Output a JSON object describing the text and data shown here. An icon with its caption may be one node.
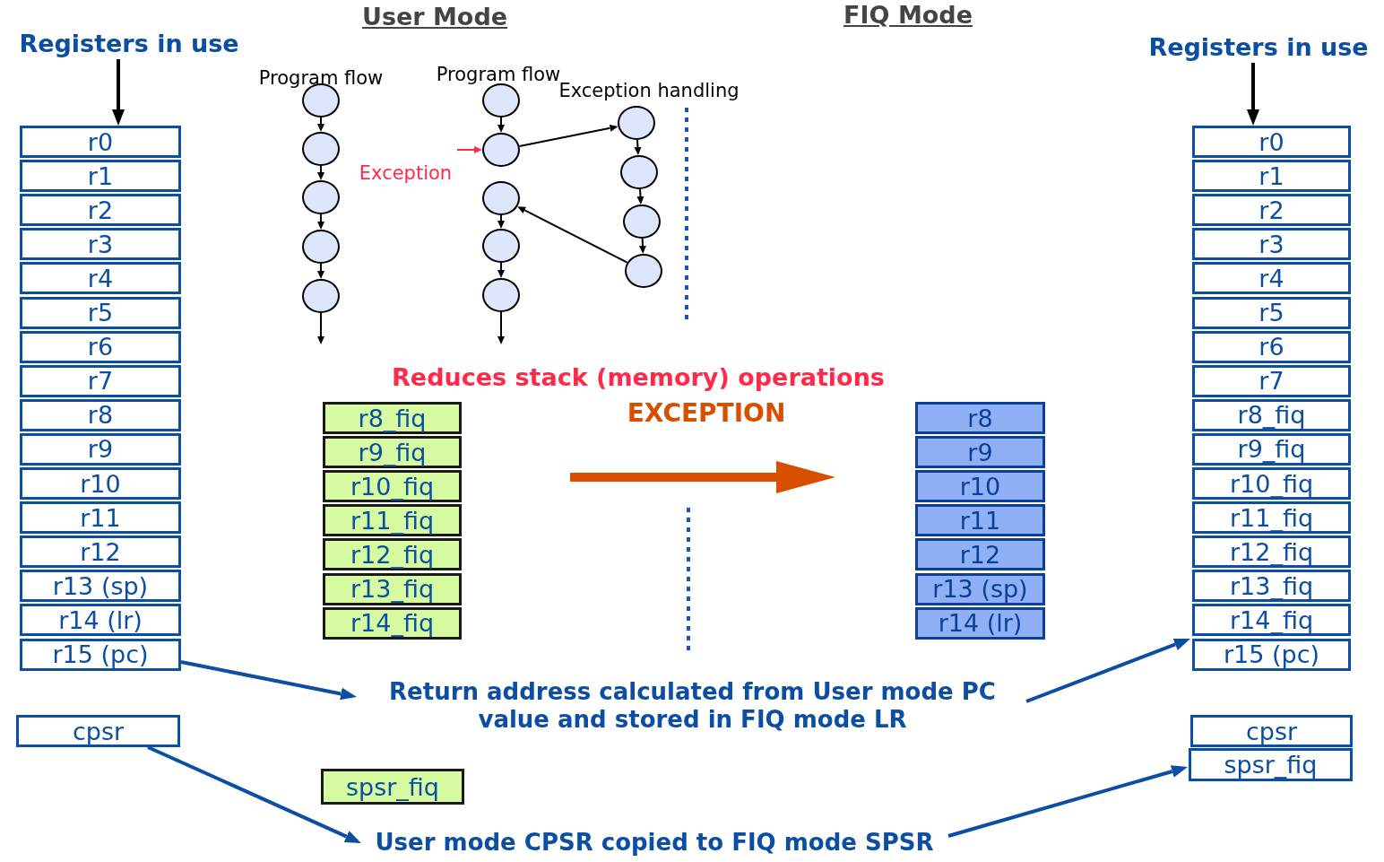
{
  "diagram": {
    "nodes": [
      {
        "text": [
          "Registers in use"
        ]
      },
      {
        "text": [
          "r0"
        ]
      },
      {
        "text": [
          "r1"
        ]
      },
      {
        "text": [
          "r2"
        ]
      },
      {
        "text": [
          "r3"
        ]
      },
      {
        "text": [
          "r4"
        ]
      },
      {
        "text": [
          "r5"
        ]
      },
      {
        "text": [
          "r6"
        ]
      },
      {
        "text": [
          "r7"
        ]
      },
      {
        "text": [
          "r8"
        ]
      },
      {
        "text": [
          "r9"
        ]
      },
      {
        "text": [
          "r10"
        ]
      },
      {
        "text": [
          "r11"
        ]
      },
      {
        "text": [
          "r12"
        ]
      },
      {
        "text": [
          "r13 (sp)"
        ]
      },
      {
        "text": [
          "r14 (lr)"
        ]
      },
      {
        "text": [
          "r15 (pc)"
        ]
      },
      {
        "text": [
          "cpsr"
        ]
      },
      {
        "text": [],
        "shape": "circle"
      },
      {
        "text": [],
        "shape": "circle"
      },
      {
        "text": [],
        "shape": "circle"
      },
      {
        "text": [],
        "shape": "circle"
      },
      {
        "text": [],
        "shape": "circle"
      },
      {
        "text": [],
        "shape": "circle"
      },
      {
        "text": [],
        "shape": "circle"
      },
      {
        "text": [],
        "shape": "circle"
      },
      {
        "text": [],
        "shape": "circle"
      },
      {
        "text": [],
        "shape": "circle"
      },
      {
        "text": [],
        "shape": "circle"
      },
      {
        "text": [],
        "shape": "circle"
      },
      {
        "text": [],
        "shape": "circle"
      },
      {
        "text": [],
        "shape": "circle"
      },
      {
        "text": [
          "Exception"
        ]
      },
      {
        "text": [
          "r8_fiq"
        ]
      },
      {
        "text": [
          "r9_fiq"
        ]
      },
      {
        "text": [
          "r10_fiq"
        ]
      },
      {
        "text": [
          "r11_fiq"
        ]
      },
      {
        "text": [
          "r12_fiq"
        ]
      },
      {
        "text": [
          "r13_fiq"
        ]
      },
      {
        "text": [
          "r14_fiq"
        ]
      },
      {
        "text": [
          "spsr_fiq"
        ]
      },
      {
        "text": [
          "r8"
        ]
      },
      {
        "text": [
          "r9"
        ]
      },
      {
        "text": [
          "r10"
        ]
      },
      {
        "text": [
          "r11"
        ]
      },
      {
        "text": [
          "r12"
        ]
      },
      {
        "text": [
          "r13 (sp)"
        ]
      },
      {
        "text": [
          "r14 (lr)"
        ]
      },
      {
        "text": [
          "Registers in use"
        ]
      },
      {
        "text": [
          "r0"
        ]
      },
      {
        "text": [
          "r1"
        ]
      },
      {
        "text": [
          "r2"
        ]
      },
      {
        "text": [
          "r3"
        ]
      },
      {
        "text": [
          "r4"
        ]
      },
      {
        "text": [
          "r5"
        ]
      },
      {
        "text": [
          "r6"
        ]
      },
      {
        "text": [
          "r7"
        ]
      },
      {
        "text": [
          "r8_fiq"
        ]
      },
      {
        "text": [
          "r9_fiq"
        ]
      },
      {
        "text": [
          "r10_fiq"
        ]
      },
      {
        "text": [
          "r11_fiq"
        ]
      },
      {
        "text": [
          "r12_fiq"
        ]
      },
      {
        "text": [
          "r13_fiq"
        ]
      },
      {
        "text": [
          "r14_fiq"
        ]
      },
      {
        "text": [
          "r15 (pc)"
        ]
      },
      {
        "text": [
          "cpsr"
        ]
      },
      {
        "text": [
          "spsr_fiq"
        ]
      },
      {
        "text": [
          "Return address calculated from User mode PC value and stored in FIQ mode LR"
        ]
      },
      {
        "text": [
          "User mode CPSR copied to FIQ mode SPSR"
        ]
      }
    ],
    "edges": [
      {
        "from": 0,
        "to": 1,
        "arrow": "to"
      },
      {
        "from": 18,
        "to": 19,
        "arrow": "to"
      },
      {
        "from": 19,
        "to": 20,
        "arrow": "to"
      },
      {
        "from": 20,
        "to": 21,
        "arrow": "to"
      },
      {
        "from": 21,
        "to": 22,
        "arrow": "to"
      },
      {
        "from": 22,
        "to": null,
        "arrow": "to"
      },
      {
        "from": 23,
        "to": 24,
        "arrow": "to"
      },
      {
        "from": 25,
        "to": 26,
        "arrow": "to"
      },
      {
        "from": 26,
        "to": 27,
        "arrow": "to"
      },
      {
        "from": 27,
        "to": null,
        "arrow": "to"
      },
      {
        "from": 24,
        "to": 28,
        "arrow": "to"
      },
      {
        "from": 28,
        "to": 29,
        "arrow": "to"
      },
      {
        "from": 29,
        "to": 30,
        "arrow": "to"
      },
      {
        "from": 30,
        "to": 31,
        "arrow": "to"
      },
      {
        "from": 31,
        "to": 25,
        "arrow": "to"
      },
      {
        "from": 32,
        "to": 24,
        "arrow": "to",
        "color": "#ff2a4a"
      },
      {
        "from": 48,
        "to": 49,
        "arrow": "to"
      },
      {
        "from": 16,
        "to": 67,
        "arrow": "to",
        "color": "#0b4ea2"
      },
      {
        "from": 17,
        "to": 68,
        "arrow": "to",
        "color": "#0b4ea2"
      },
      {
        "from": 67,
        "to": 64,
        "arrow": "to",
        "color": "#0b4ea2"
      },
      {
        "from": 68,
        "to": 66,
        "arrow": "to",
        "color": "#0b4ea2"
      }
    ],
    "labels": [
      "User Mode",
      "FIQ Mode",
      "Program flow",
      "Program flow",
      "Exception handling",
      "Reduces stack (memory) operations",
      "EXCEPTION"
    ]
  }
}
